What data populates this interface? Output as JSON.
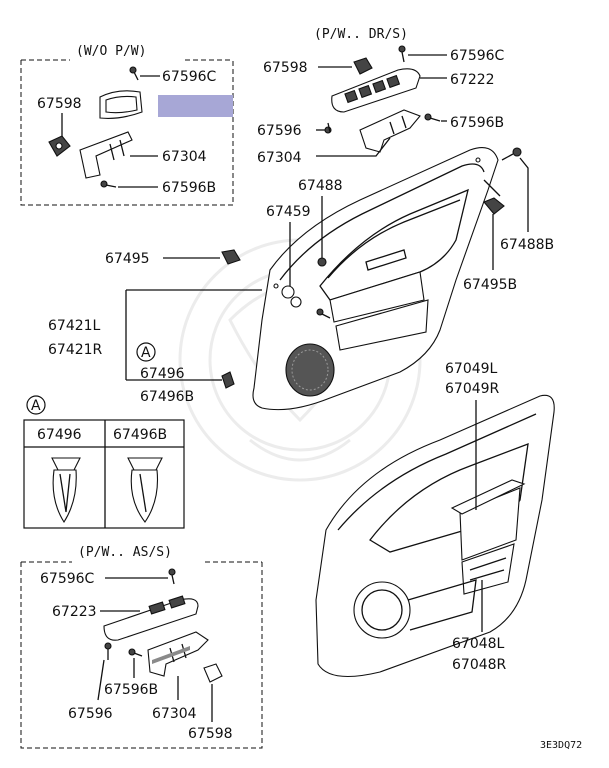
{
  "sections": {
    "wo_pw": {
      "title": "(W/O P/W)"
    },
    "pw_dr": {
      "title": "(P/W.. DR/S)"
    },
    "pw_as": {
      "title": "(P/W.. AS/S)"
    },
    "detail_a": {
      "marker": "A",
      "col1": "67496",
      "col2": "67496B"
    }
  },
  "labels": {
    "wo_67596c": "67596C",
    "wo_67598": "67598",
    "wo_67304": "67304",
    "wo_67596b": "67596B",
    "dr_67598": "67598",
    "dr_67596c": "67596C",
    "dr_67222": "67222",
    "dr_67596": "67596",
    "dr_67596b": "67596B",
    "dr_67304": "67304",
    "p67488": "67488",
    "p67459": "67459",
    "p67495": "67495",
    "p67488b": "67488B",
    "p67495b": "67495B",
    "p67421l": "67421L",
    "p67421r": "67421R",
    "p67496": "67496",
    "p67496b": "67496B",
    "callout_a": "A",
    "p67049l": "67049L",
    "p67049r": "67049R",
    "p67048l": "67048L",
    "p67048r": "67048R",
    "as_67596c": "67596C",
    "as_67223": "67223",
    "as_67596b": "67596B",
    "as_67596": "67596",
    "as_67304": "67304",
    "as_67598": "67598"
  },
  "footer": {
    "diagram_ref": "3E3DQ72"
  },
  "colors": {
    "highlight": "#a7a7d6",
    "line": "#111111",
    "shade": "#8a8a8a"
  }
}
